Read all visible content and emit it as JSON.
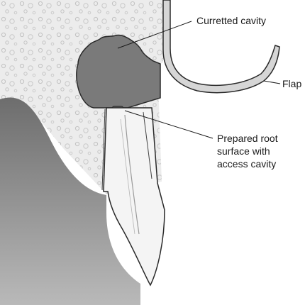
{
  "labels": {
    "curretted_cavity": "Curretted cavity",
    "flap": "Flap",
    "prepared_root_line1": "Prepared root",
    "prepared_root_line2": "surface with",
    "prepared_root_line3": "access cavity"
  },
  "colors": {
    "background": "#ffffff",
    "bone": "#e9e9e9",
    "cavity": "#7a7a7a",
    "gingiva": "#8e8e8e",
    "tooth": "#f4f4f4",
    "flap": "#d2d2d2",
    "outline": "#2a2a2a"
  }
}
